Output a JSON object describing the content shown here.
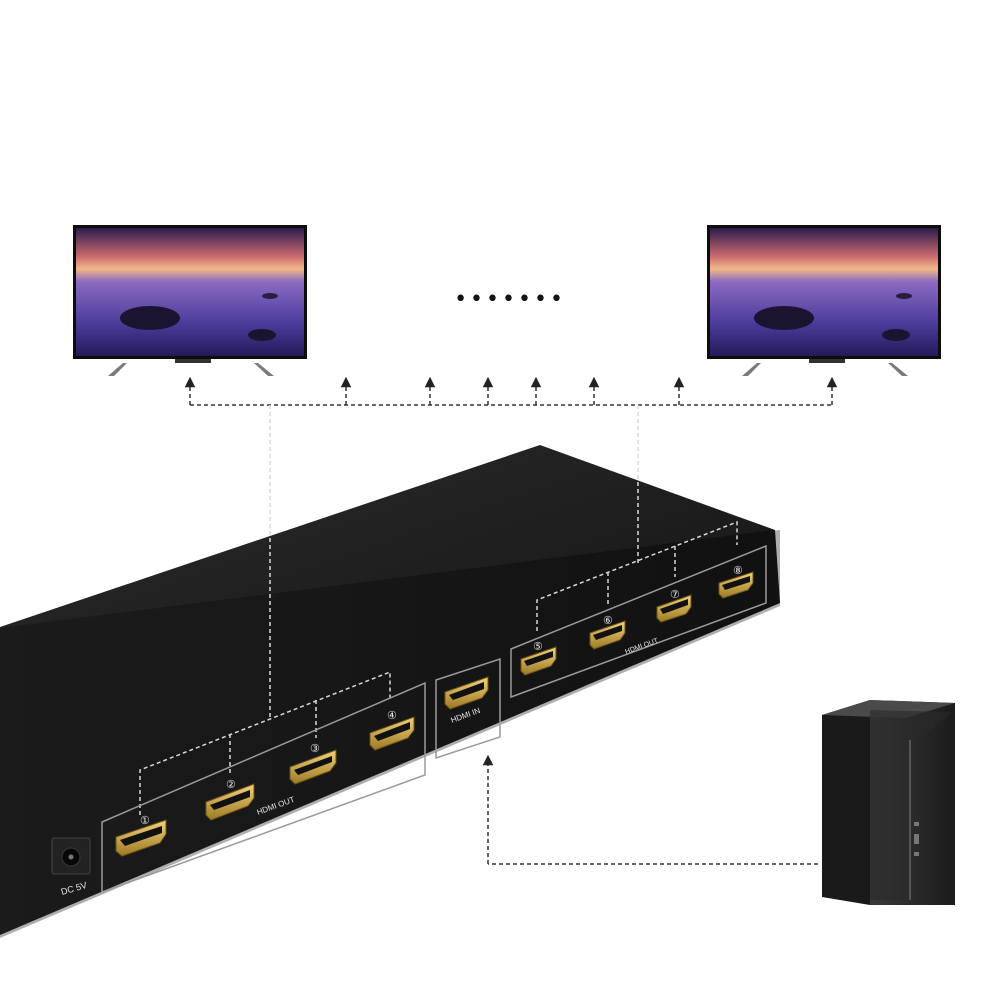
{
  "image": {
    "background": "#ffffff",
    "continuation_dots": "•••••••"
  },
  "splitter": {
    "power_label": "DC 5V",
    "input_label": "HDMI IN",
    "output_group_left_label": "HDMI OUT",
    "output_group_right_label": "HDMI OUT",
    "port_numbers": [
      "①",
      "②",
      "③",
      "④",
      "⑤",
      "⑥",
      "⑦",
      "⑧"
    ],
    "body_color": "#1b1b1b",
    "port_color": "#c9a23c"
  },
  "connector_style": {
    "line_color": "#333333",
    "line_pattern": "dashed"
  },
  "icons": {
    "left_display": "tv-monitor-icon",
    "right_display": "tv-monitor-icon",
    "source": "desktop-pc-tower-icon"
  }
}
